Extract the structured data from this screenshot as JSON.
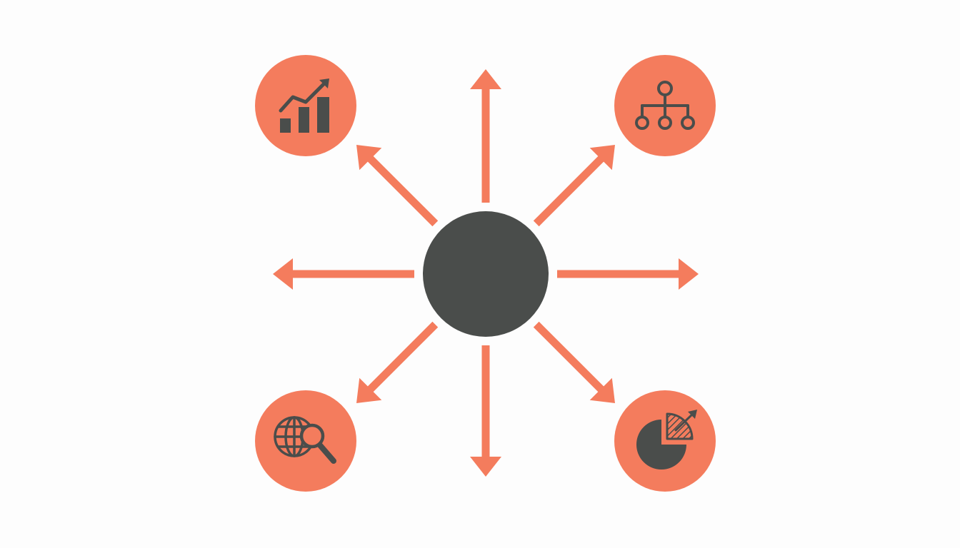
{
  "colors": {
    "background": "#fdfdfd",
    "accent": "#f47c5d",
    "hub": "#4a4d4b",
    "icon": "#4a4d4b"
  },
  "hub": {
    "icon": "none"
  },
  "nodes": [
    {
      "id": "top-left",
      "icon": "growth-chart-icon"
    },
    {
      "id": "top-right",
      "icon": "hierarchy-icon"
    },
    {
      "id": "bottom-left",
      "icon": "global-search-icon"
    },
    {
      "id": "bottom-right",
      "icon": "pie-chart-icon"
    }
  ],
  "arrows": [
    {
      "direction": "up"
    },
    {
      "direction": "down"
    },
    {
      "direction": "left"
    },
    {
      "direction": "right"
    },
    {
      "direction": "up-left"
    },
    {
      "direction": "up-right"
    },
    {
      "direction": "down-left"
    },
    {
      "direction": "down-right"
    }
  ]
}
